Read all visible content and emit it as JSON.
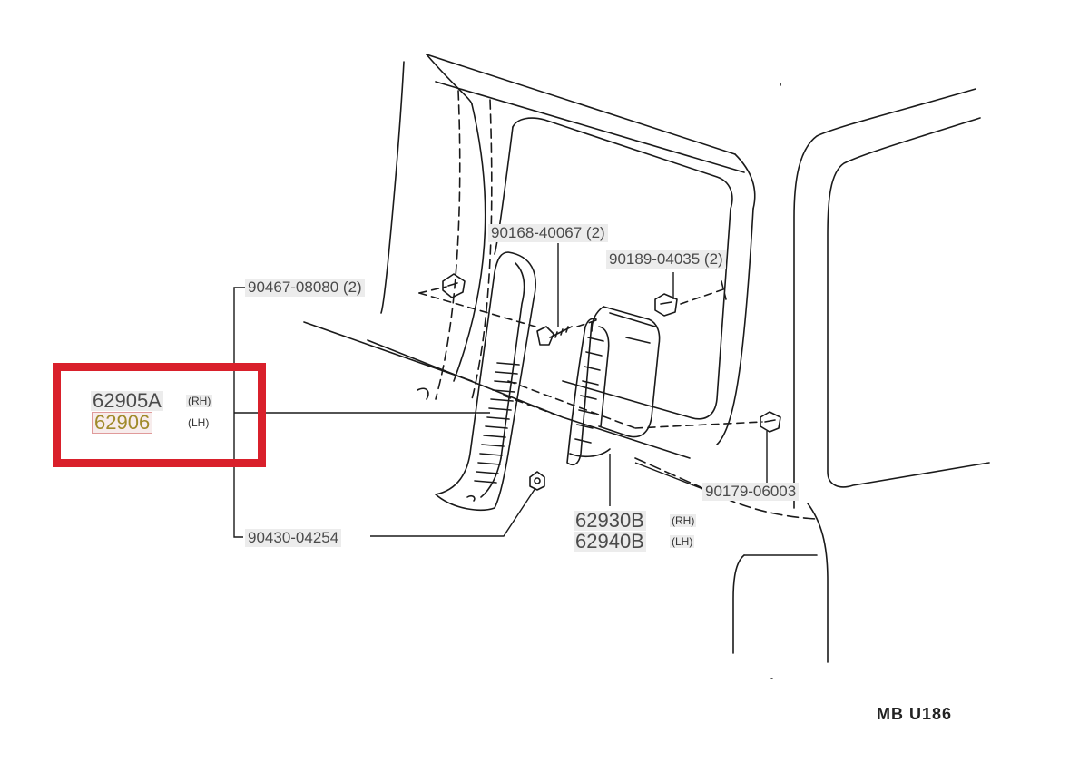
{
  "diagram": {
    "ref_code": "MB  U186",
    "labels": {
      "bolt_top": "90467-08080 (2)",
      "screw_mid": "90168-40067 (2)",
      "clip_top_right": "90189-04035 (2)",
      "clip_right": "90179-06003",
      "nut_bottom": "90430-04254",
      "part_main_rh": "62905A",
      "part_main_lh": "62906",
      "part_duct_rh": "62930B",
      "part_duct_lh": "62940B",
      "rh_tag": "(RH)",
      "lh_tag": "(LH)"
    },
    "highlight_color": "#d9202b"
  }
}
